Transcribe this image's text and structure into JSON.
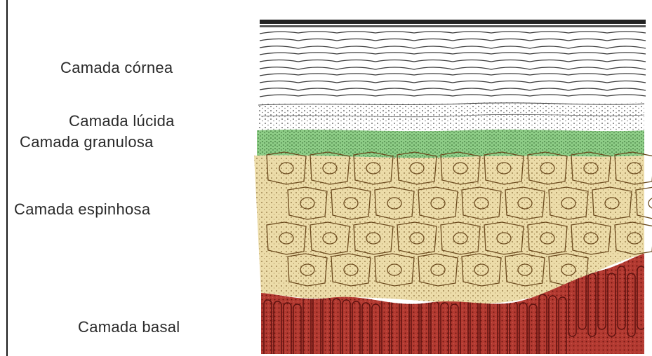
{
  "labels": {
    "cornea": "Camada córnea",
    "lucida": "Camada lúcida",
    "granulosa": "Camada granulosa",
    "espinhosa": "Camada espinhosa",
    "basal": "Camada basal"
  },
  "colors": {
    "cornea_line": "#3a3a3a",
    "lucida_dots": "#555555",
    "granulosa": "#7ec27a",
    "espinhosa": "#e8d9a8",
    "espinhosa_line": "#6b4a1e",
    "basal": "#a8322b",
    "basal_dark": "#7a1d18"
  }
}
